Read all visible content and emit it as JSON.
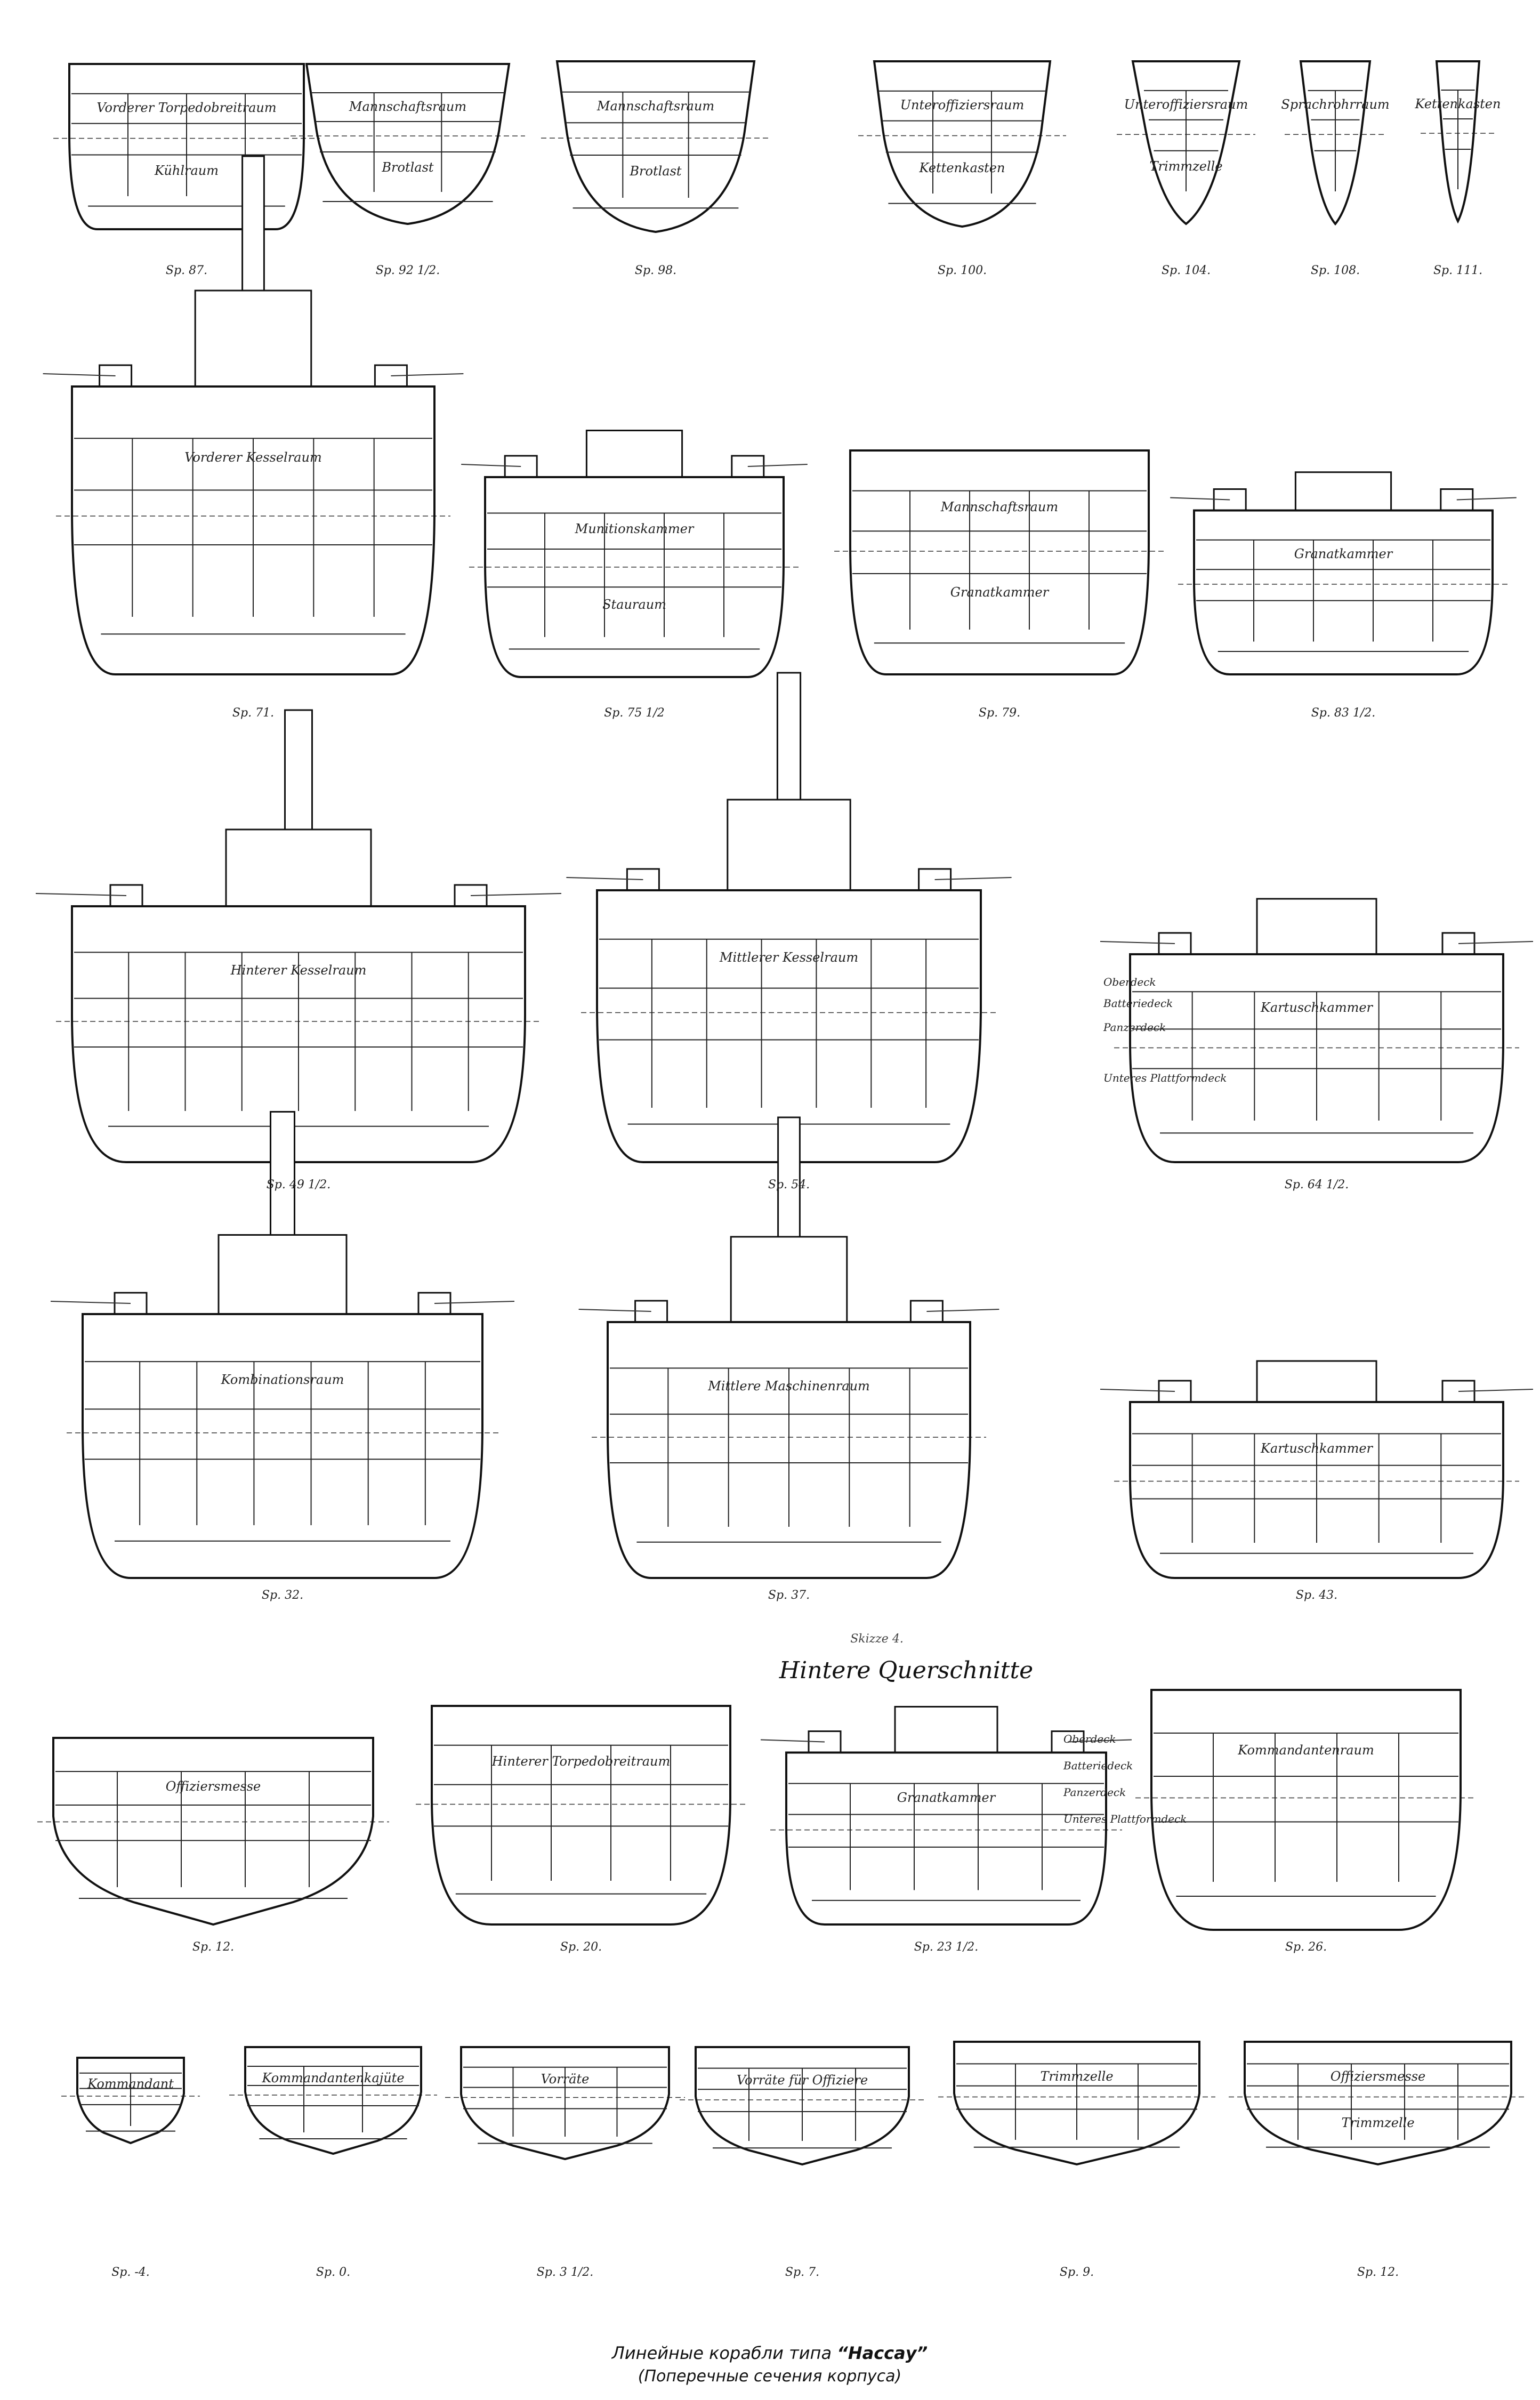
{
  "title": {
    "line1_prefix": "Линейные корабли типа ",
    "line1_name": "“Нассау”",
    "line2": "(Поперечные сечения корпуса)"
  },
  "section": {
    "subtitle": "Skizze 4.",
    "title": "Hintere Querschnitte"
  },
  "rows": [
    {
      "sections": [
        {
          "id": "row1-1",
          "label": "Sp. 87.",
          "compartments": [
            "Vorderer Torpedobreitraum",
            "Kühlraum"
          ]
        },
        {
          "id": "row1-2",
          "label": "Sp. 92 1/2.",
          "compartments": [
            "Mannschaftsraum",
            "Brotlast"
          ]
        },
        {
          "id": "row1-3",
          "label": "Sp. 98.",
          "compartments": [
            "Mannschaftsraum",
            "Brotlast"
          ]
        },
        {
          "id": "row1-4",
          "label": "Sp. 100.",
          "compartments": [
            "Unteroffiziersraum",
            "Kettenkasten"
          ]
        },
        {
          "id": "row1-5",
          "label": "Sp. 104.",
          "compartments": [
            "Unteroffiziersraum",
            "Trimmzelle"
          ]
        },
        {
          "id": "row1-6",
          "label": "Sp. 108.",
          "compartments": [
            "Sprachrohrraum"
          ]
        },
        {
          "id": "row1-7",
          "label": "Sp. 111.",
          "compartments": [
            "Kettenkasten"
          ]
        }
      ]
    },
    {
      "sections": [
        {
          "id": "row2-1",
          "label": "Sp. 71.",
          "compartments": [
            "Vorderer Kesselraum"
          ]
        },
        {
          "id": "row2-2",
          "label": "Sp. 75 1/2",
          "compartments": [
            "Munitionskammer",
            "Stauraum"
          ]
        },
        {
          "id": "row2-3",
          "label": "Sp. 79.",
          "compartments": [
            "Mannschaftsraum",
            "Granatkammer"
          ]
        },
        {
          "id": "row2-4",
          "label": "Sp. 83 1/2.",
          "compartments": [
            "Granatkammer"
          ]
        }
      ]
    },
    {
      "sections": [
        {
          "id": "row3-1",
          "label": "Sp. 49 1/2.",
          "compartments": [
            "Hinterer Kesselraum"
          ]
        },
        {
          "id": "row3-2",
          "label": "Sp. 54.",
          "compartments": [
            "Mittlerer Kesselraum"
          ]
        },
        {
          "id": "row3-3",
          "label": "Sp. 64 1/2.",
          "compartments": [
            "Kartuschkammer"
          ]
        }
      ]
    },
    {
      "sections": [
        {
          "id": "row4-1",
          "label": "Sp. 32.",
          "compartments": [
            "Kombinationsraum"
          ]
        },
        {
          "id": "row4-2",
          "label": "Sp. 37.",
          "compartments": [
            "Mittlere Maschinenraum"
          ]
        },
        {
          "id": "row4-3",
          "label": "Sp. 43.",
          "compartments": [
            "Kartuschkammer"
          ]
        }
      ]
    },
    {
      "sections": [
        {
          "id": "row5-1",
          "label": "Sp. 12.",
          "compartments": [
            "Offiziersmesse"
          ]
        },
        {
          "id": "row5-2",
          "label": "Sp. 20.",
          "compartments": [
            "Hinterer Torpedobreitraum"
          ]
        },
        {
          "id": "row5-3",
          "label": "Sp. 23 1/2.",
          "compartments": [
            "Granatkammer"
          ]
        },
        {
          "id": "row5-4",
          "label": "Sp. 26.",
          "compartments": [
            "Kommandantenraum"
          ]
        }
      ]
    },
    {
      "sections": [
        {
          "id": "row6-1",
          "label": "Sp. -4.",
          "compartments": [
            "Kommandant"
          ]
        },
        {
          "id": "row6-2",
          "label": "Sp. 0.",
          "compartments": [
            "Kommandantenkajüte"
          ]
        },
        {
          "id": "row6-3",
          "label": "Sp. 3 1/2.",
          "compartments": [
            "Vorräte"
          ]
        },
        {
          "id": "row6-4",
          "label": "Sp. 7.",
          "compartments": [
            "Vorräte für Offiziere"
          ]
        },
        {
          "id": "row6-5",
          "label": "Sp. 9.",
          "compartments": [
            "Trimmzelle"
          ]
        },
        {
          "id": "row6-6",
          "label": "Sp. 12.",
          "compartments": [
            "Offiziersmesse",
            "Trimmzelle"
          ]
        }
      ]
    }
  ],
  "deck_labels": {
    "row3": [
      "Oberdeck",
      "Batteriedeck",
      "Panzerdeck",
      "Unteres Plattformdeck"
    ],
    "row5": [
      "Oberdeck",
      "Batteriedeck",
      "Panzerdeck",
      "Unteres Plattformdeck"
    ]
  }
}
